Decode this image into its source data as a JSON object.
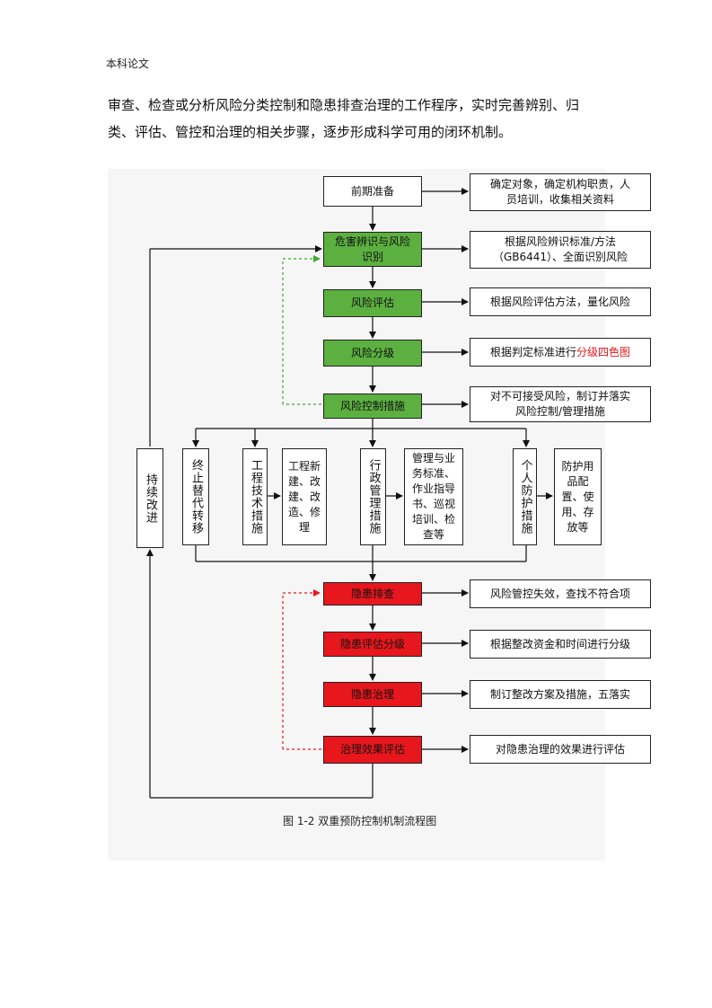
{
  "header": "本科论文",
  "paragraph": [
    "审查、检查或分析风险分类控制和隐患排查治理的工作程序，实时完善辨别、归",
    "类、评估、管控和治理的相关步骤，逐步形成科学可用的闭环机制。"
  ],
  "flow": {
    "step1": "前期准备",
    "note1": [
      "确定对象，确定机构职责，人",
      "员培训，收集相关资料"
    ],
    "step2": [
      "危害辨识与风险",
      "识别"
    ],
    "note2": [
      "根据风险辨识标准/方法",
      "（GB6441）、全面识别风险"
    ],
    "step3": "风险评估",
    "note3": "根据风险评估方法，量化风险",
    "step4": "风险分级",
    "note4_prefix": "根据判定标准进行",
    "note4_highlight": "分级四色图",
    "step5": "风险控制措施",
    "note5": [
      "对不可接受风险，制订并落实",
      "风险控制/管理措施"
    ],
    "continuous": "持续改进",
    "measure1": "终止替代转移",
    "measure2": "工程技术措施",
    "measure2_note": [
      "工程新",
      "建、改",
      "建、改",
      "造、修",
      "理"
    ],
    "measure3": "行政管理措施",
    "measure3_note": [
      "管理与业",
      "务标准、",
      "作业指导",
      "书、巡视",
      "培训、检",
      "查等"
    ],
    "measure4": "个人防护措施",
    "measure4_note": [
      "防护用",
      "品配",
      "置、使",
      "用、存",
      "放等"
    ],
    "hazard1": "隐患排查",
    "hazard1_note": "风险管控失效，查找不符合项",
    "hazard2": "隐患评估分级",
    "hazard2_note": "根据整改资金和时间进行分级",
    "hazard3": "隐患治理",
    "hazard3_note": "制订整改方案及措施，五落实",
    "hazard4": "治理效果评估",
    "hazard4_note": "对隐患治理的效果进行评估",
    "colors": {
      "green": "#5cb040",
      "red": "#e8161d"
    }
  },
  "caption": "图 1-2 双重预防控制机制流程图"
}
